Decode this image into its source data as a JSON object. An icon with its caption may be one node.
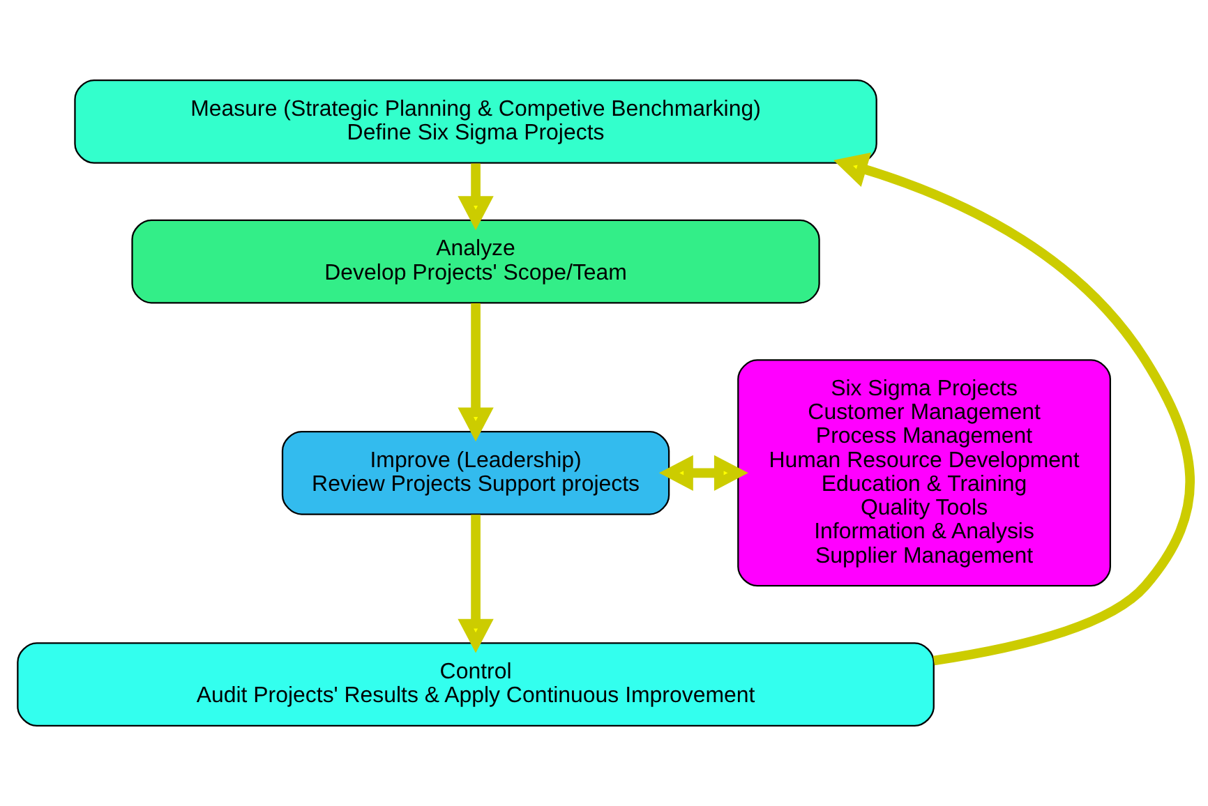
{
  "diagram": {
    "nodes": [
      {
        "text": [
          "Measure (Strategic Planning & Competive Benchmarking)",
          "Define Six Sigma Projects"
        ]
      },
      {
        "text": [
          "Analyze",
          "Develop Projects' Scope/Team"
        ]
      },
      {
        "text": [
          "Improve (Leadership)",
          "Review Projects Support projects"
        ]
      },
      {
        "text": [
          "Six Sigma Projects",
          "Customer Management",
          "Process Management",
          "Human Resource Development",
          "Education & Training",
          "Quality Tools",
          "Information & Analysis",
          "Supplier Management"
        ]
      },
      {
        "text": [
          "Control",
          "Audit Projects' Results & Apply Continuous Improvement"
        ]
      }
    ],
    "edges": [
      {
        "from": 0,
        "to": 1,
        "arrow": "to"
      },
      {
        "from": 1,
        "to": 2,
        "arrow": "to"
      },
      {
        "from": 2,
        "to": 3,
        "arrow": "both"
      },
      {
        "from": 2,
        "to": 4,
        "arrow": "to"
      },
      {
        "from": 4,
        "to": 0,
        "arrow": "to"
      }
    ]
  }
}
